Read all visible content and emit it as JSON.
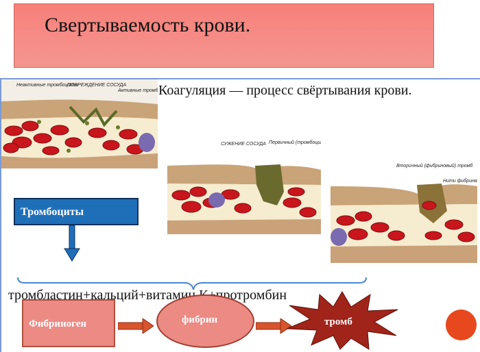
{
  "title": "Свертываемость крови.",
  "coagulation_definition": "Коагуляция — процесс свёртывания крови.",
  "illustrations": {
    "panel1": {
      "labels": [
        "Неактивные тромбоциты",
        "ПОВРЕЖДЕНИЕ СОСУДА",
        "Активные тромбоциты"
      ]
    },
    "panel2": {
      "labels": [
        "СУЖЕНИЕ СОСУДА",
        "Первичный (тромбоцитарный) тромб"
      ]
    },
    "panel3": {
      "labels": [
        "Вторичный (фибриновый) тромб",
        "Нити фибрина"
      ]
    }
  },
  "platelets_box": "Тромбоциты",
  "formula": "тромбластин+кальций+витамин К+протромбин",
  "flow": {
    "fibrinogen": "Фибриноген",
    "fibrin": "фибрин",
    "thrombus": "тромб"
  },
  "colors": {
    "title_bg": "#f7807a",
    "blue_box": "#1f6fb8",
    "flow_fill": "#ec8a84",
    "arrow": "#d8542c",
    "thrombus": "#a0241a",
    "dot": "#e8481e"
  }
}
